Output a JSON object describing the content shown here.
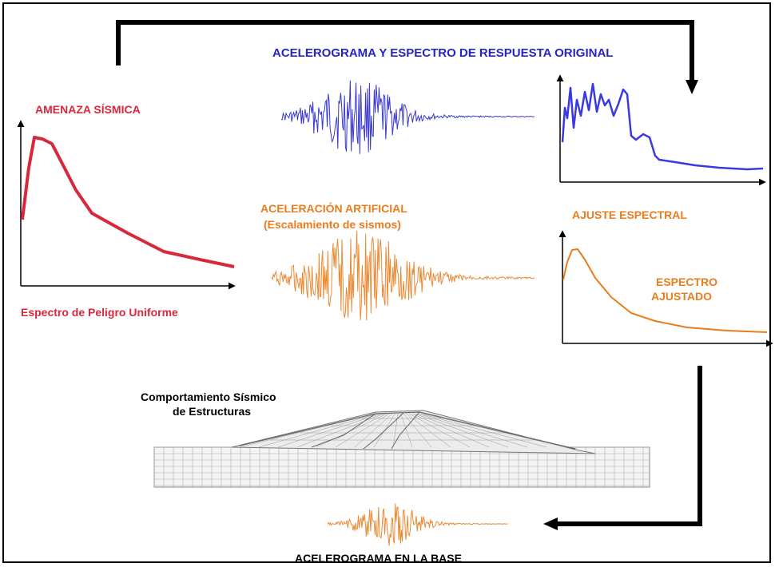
{
  "labels": {
    "original": "ACELEROGRAMA Y ESPECTRO DE RESPUESTA ORIGINAL",
    "amenaza": "AMENAZA SÍSMICA",
    "uniforme": "Espectro de Peligro Uniforme",
    "artificial_1": "ACELERACIÓN ARTIFICIAL",
    "artificial_2": "(Escalamiento de sismos)",
    "ajuste": "AJUSTE ESPECTRAL",
    "ajustado_1": "ESPECTRO",
    "ajustado_2": "AJUSTADO",
    "comportamiento_1": "Comportamiento Sísmico",
    "comportamiento_2": "de Estructuras",
    "base": "ACELEROGRAMA EN LA BASE"
  },
  "colors": {
    "blue": "#2424c8",
    "red": "#d8283c",
    "orange": "#e87d1e",
    "black": "#000000"
  }
}
